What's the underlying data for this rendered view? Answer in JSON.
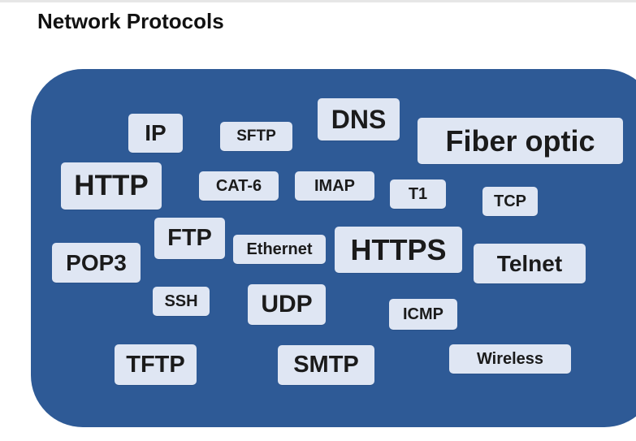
{
  "page": {
    "title": "Network Protocols"
  },
  "diagram": {
    "background_color": "#2e5a96",
    "tag_color": "#dfe6f3",
    "tags": [
      "IP",
      "SFTP",
      "DNS",
      "Fiber optic",
      "HTTP",
      "CAT-6",
      "IMAP",
      "T1",
      "TCP",
      "FTP",
      "Ethernet",
      "HTTPS",
      "POP3",
      "Telnet",
      "SSH",
      "UDP",
      "ICMP",
      "TFTP",
      "SMTP",
      "Wireless"
    ]
  }
}
